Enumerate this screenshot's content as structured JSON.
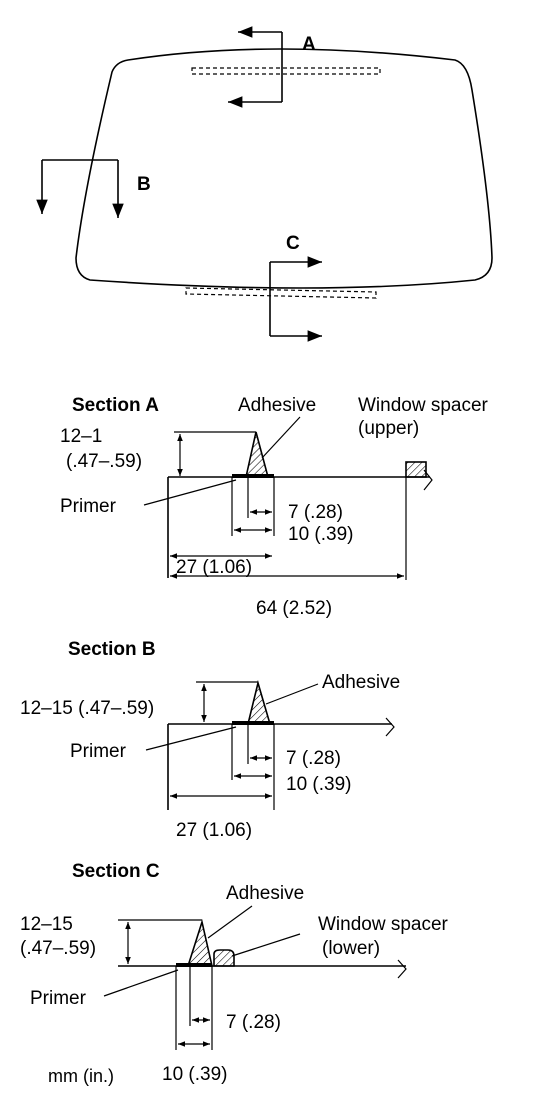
{
  "overview": {
    "section_a_marker": "A",
    "section_b_marker": "B",
    "section_c_marker": "C"
  },
  "section_a": {
    "title": "Section  A",
    "adhesive": "Adhesive",
    "spacer_line1": "Window spacer",
    "spacer_line2": "(upper)",
    "height_line1": "12–1",
    "height_line2": "(.47–.59)",
    "primer": "Primer",
    "dim_7": "7 (.28)",
    "dim_10": "10 (.39)",
    "dim_27": "27 (1.06)",
    "dim_64": "64 (2.52)"
  },
  "section_b": {
    "title": "Section  B",
    "adhesive": "Adhesive",
    "height": "12–15 (.47–.59)",
    "primer": "Primer",
    "dim_7": "7 (.28)",
    "dim_10": "10 (.39)",
    "dim_27": "27 (1.06)"
  },
  "section_c": {
    "title": "Section  C",
    "adhesive": "Adhesive",
    "spacer_line1": "Window spacer",
    "spacer_line2": "(lower)",
    "height_line1": "12–15",
    "height_line2": "(.47–.59)",
    "primer": "Primer",
    "dim_7": "7 (.28)",
    "dim_10": "10 (.39)"
  },
  "units": "mm (in.)"
}
